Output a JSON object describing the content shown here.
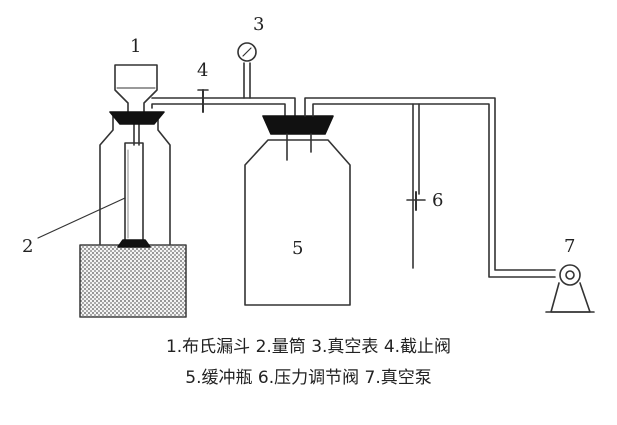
{
  "callouts": {
    "buchner_funnel": "1",
    "graduated_cylinder": "2",
    "vacuum_gauge": "3",
    "stop_valve": "4",
    "buffer_bottle": "5",
    "pressure_regulating_valve": "6",
    "vacuum_pump": "7"
  },
  "caption": {
    "line1": "1.布氏漏斗  2.量筒  3.真空表  4.截止阀",
    "line2": "5.缓冲瓶  6.压力调节阀  7.真空泵"
  }
}
